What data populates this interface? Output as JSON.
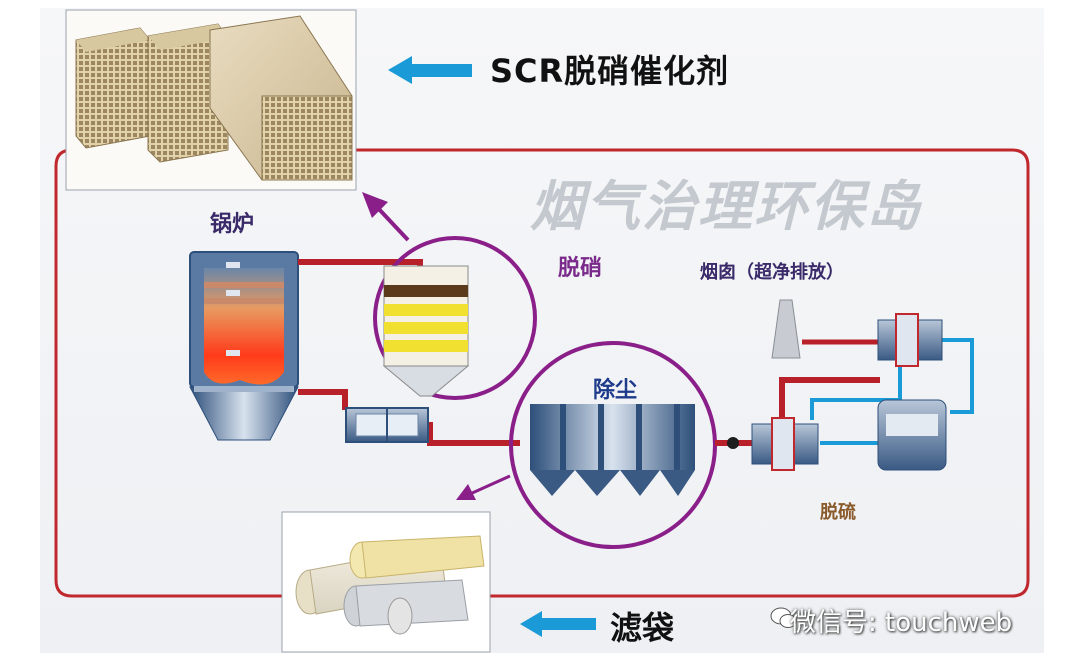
{
  "labels": {
    "scr_catalyst": "SCR脱硝催化剂",
    "island_title": "烟气治理环保岛",
    "boiler": "锅炉",
    "denitration": "脱硝",
    "chimney": "烟囱（超净排放）",
    "dedusting": "除尘",
    "desulfurization": "脱硫",
    "filter_bag": "滤袋",
    "watermark": "微信号: touchweb"
  },
  "colors": {
    "frame_red": "#c0282d",
    "arrow_blue": "#1a9ad6",
    "circle_purple": "#8a1f8a",
    "pipe_red": "#b8202a"
  },
  "icons": [
    "left-arrow-icon",
    "wechat-icon"
  ]
}
